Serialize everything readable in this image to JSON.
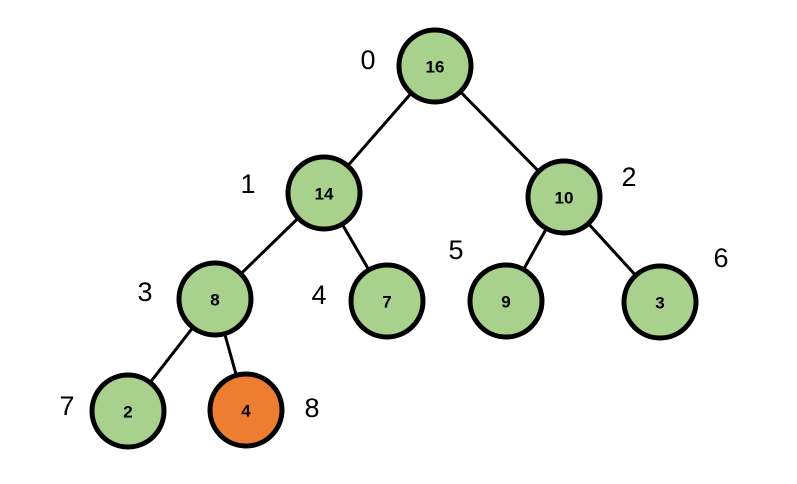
{
  "heap": {
    "node_fill": "#a9d18e",
    "highlight_fill": "#ed7d31",
    "stroke": "#000000",
    "nodes": [
      {
        "index": "0",
        "value": "16",
        "highlighted": false
      },
      {
        "index": "1",
        "value": "14",
        "highlighted": false
      },
      {
        "index": "2",
        "value": "10",
        "highlighted": false
      },
      {
        "index": "3",
        "value": "8",
        "highlighted": false
      },
      {
        "index": "4",
        "value": "7",
        "highlighted": false
      },
      {
        "index": "5",
        "value": "9",
        "highlighted": false
      },
      {
        "index": "6",
        "value": "3",
        "highlighted": false
      },
      {
        "index": "7",
        "value": "2",
        "highlighted": false
      },
      {
        "index": "8",
        "value": "4",
        "highlighted": true
      }
    ],
    "edges": [
      {
        "from": 0,
        "to": 1
      },
      {
        "from": 0,
        "to": 2
      },
      {
        "from": 1,
        "to": 3
      },
      {
        "from": 1,
        "to": 4
      },
      {
        "from": 2,
        "to": 5
      },
      {
        "from": 2,
        "to": 6
      },
      {
        "from": 3,
        "to": 7
      },
      {
        "from": 3,
        "to": 8
      }
    ]
  }
}
